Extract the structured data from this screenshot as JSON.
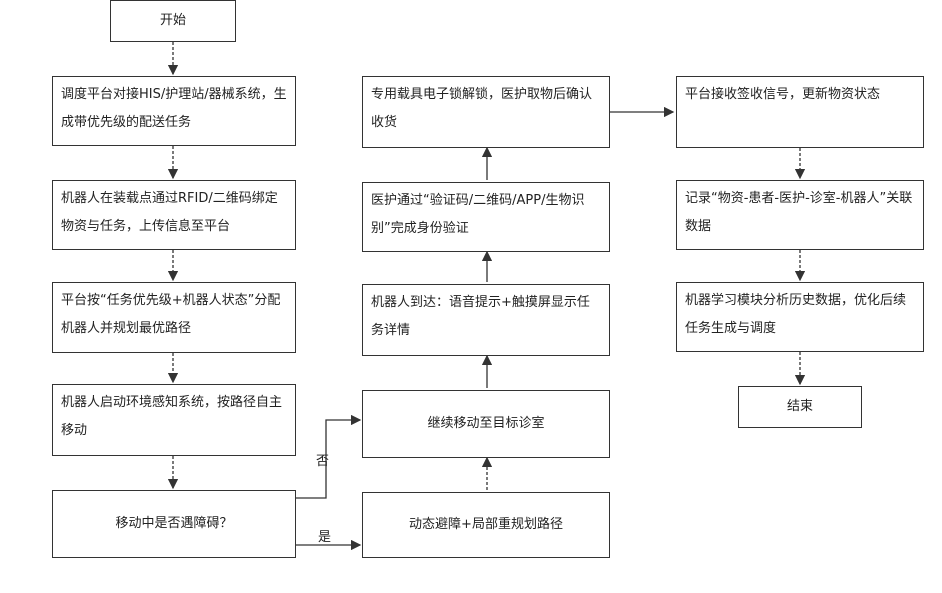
{
  "flowchart": {
    "start": "开始",
    "step1": "调度平台对接HIS/护理站/器械系统，生成带优先级的配送任务",
    "step2": "机器人在装载点通过RFID/二维码绑定物资与任务，上传信息至平台",
    "step3": "平台按“任务优先级+机器人状态”分配机器人并规划最优路径",
    "step4": "机器人启动环境感知系统，按路径自主移动",
    "decision": "移动中是否遇障碍？",
    "no_label": "否",
    "yes_label": "是",
    "avoid": "动态避障+局部重规划路径",
    "continue": "继续移动至目标诊室",
    "arrive": "机器人到达：语音提示+触摸屏显示任务详情",
    "verify": "医护通过“验证码/二维码/APP/生物识别”完成身份验证",
    "unlock": "专用载具电子锁解锁，医护取物后确认收货",
    "receipt": "平台接收签收信号，更新物资状态",
    "record": "记录“物资-患者-医护-诊室-机器人”关联数据",
    "ml": "机器学习模块分析历史数据，优化后续任务生成与调度",
    "end": "结束"
  }
}
